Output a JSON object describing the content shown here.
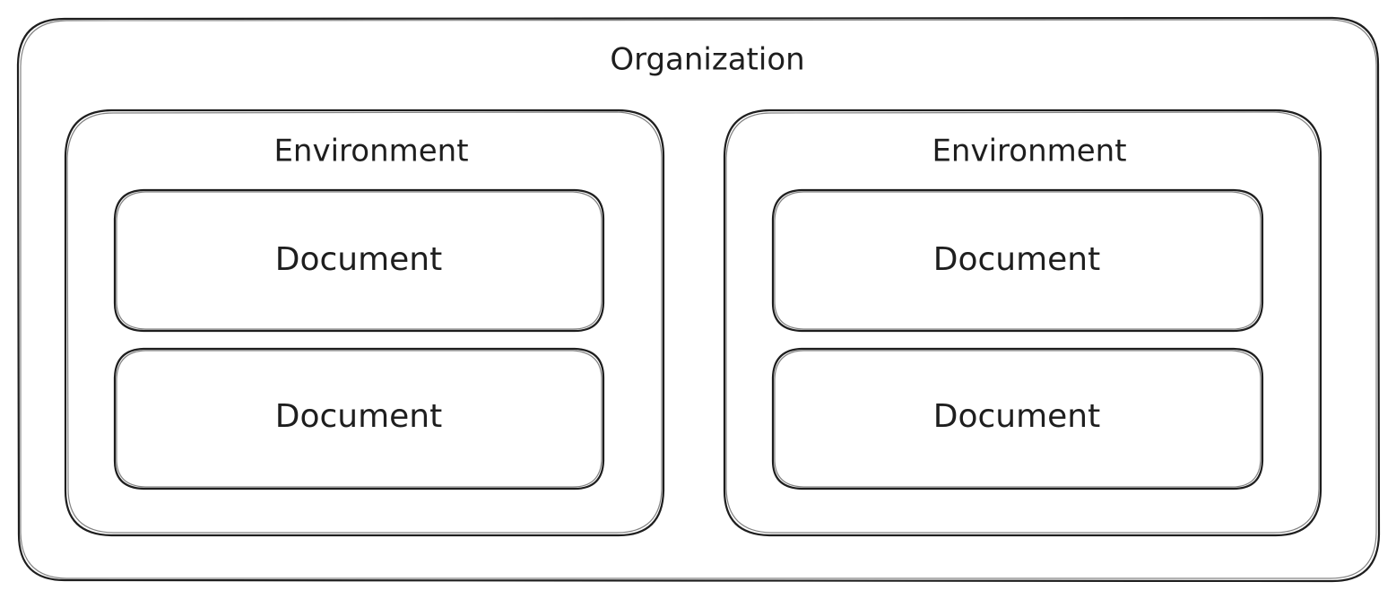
{
  "organization": {
    "label": "Organization",
    "environments": [
      {
        "label": "Environment",
        "documents": [
          {
            "label": "Document"
          },
          {
            "label": "Document"
          }
        ]
      },
      {
        "label": "Environment",
        "documents": [
          {
            "label": "Document"
          },
          {
            "label": "Document"
          }
        ]
      }
    ]
  },
  "colors": {
    "stroke": "#1e1e1e",
    "background": "#ffffff"
  }
}
